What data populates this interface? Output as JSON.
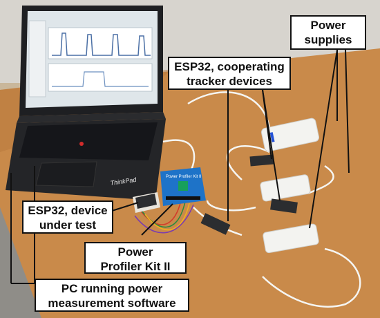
{
  "photo": {
    "colors": {
      "table": "#c98a4a",
      "floor": "#8f8d88",
      "wall": "#d7d4ce",
      "laptop": "#1e1f22",
      "screen": "#dfe6ea",
      "ppk_board": "#1e73c8",
      "esp_board": "#2b2d30",
      "power_bank": "#f3f3f0",
      "cable": "#f5f5f2"
    },
    "laptop_brand": "ThinkPad",
    "board_text": "Power Profiler Kit II"
  },
  "labels": {
    "power_supplies": {
      "line1": "Power",
      "line2": "supplies"
    },
    "esp32_trackers": {
      "line1": "ESP32, cooperating",
      "line2": "tracker devices"
    },
    "esp32_dut": {
      "line1": "ESP32, device",
      "line2": "under test"
    },
    "ppk": {
      "line1": "Power",
      "line2": "Profiler Kit II"
    },
    "pc": {
      "line1": "PC running power",
      "line2": "measurement software"
    }
  }
}
